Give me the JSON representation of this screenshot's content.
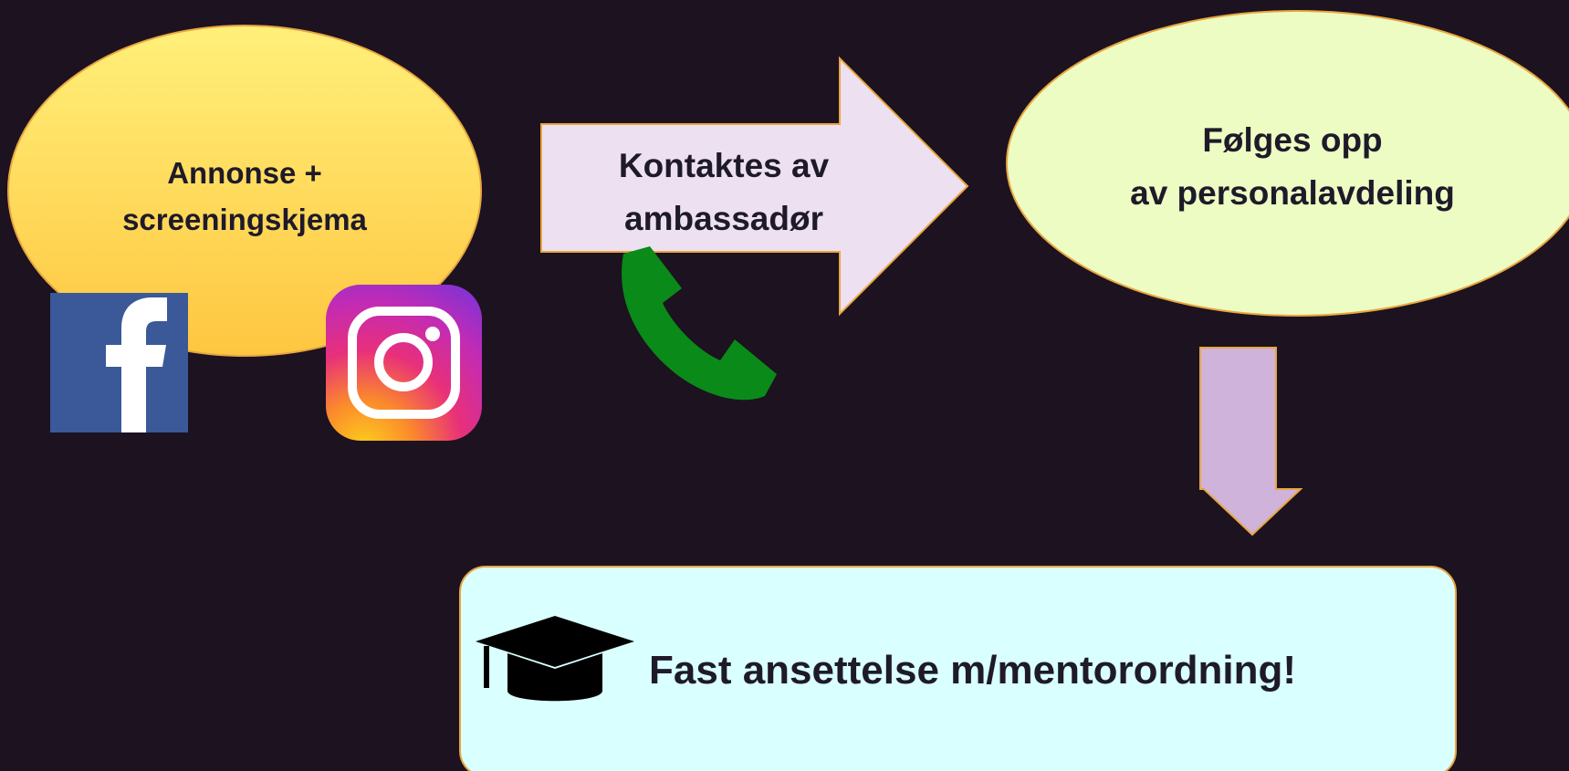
{
  "nodes": {
    "ad": {
      "lines": [
        "Annonse +",
        "screeningskjema"
      ]
    },
    "contact": {
      "lines": [
        "Kontaktes av",
        "ambassadør"
      ]
    },
    "followup": {
      "lines": [
        "Følges opp",
        "av personalavdeling"
      ]
    },
    "hire": {
      "text": "Fast ansettelse m/mentorordning!"
    }
  },
  "icons": [
    "facebook-icon",
    "instagram-icon",
    "phone-icon",
    "graduation-cap-icon"
  ],
  "colors": {
    "background": "#1c1220",
    "ad_fill_top": "#fff07a",
    "ad_fill_bottom": "#ffc640",
    "contact_fill": "#ede0f0",
    "followup_fill": "#ecfcc2",
    "down_arrow_fill": "#cfb3da",
    "hire_fill": "#d9ffff",
    "outline": "#e8a640",
    "phone": "#0a8a18",
    "facebook": "#3b5998",
    "text": "#1e1a2a"
  }
}
